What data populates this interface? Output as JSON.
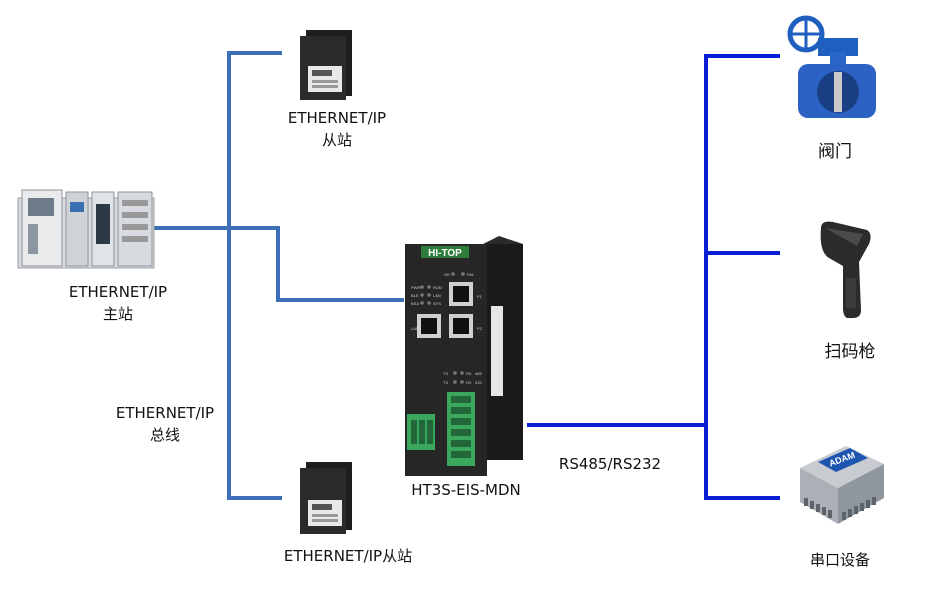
{
  "labels": {
    "master_line1": "ETHERNET/IP",
    "master_line2": "主站",
    "slave_top_line1": "ETHERNET/IP",
    "slave_top_line2": "从站",
    "bus_line1": "ETHERNET/IP",
    "bus_line2": "总线",
    "slave_bottom": "ETHERNET/IP从站",
    "gateway_model": "HT3S-EIS-MDN",
    "serial_bus": "RS485/RS232",
    "valve": "阀门",
    "scanner": "扫码枪",
    "serial_device": "串口设备"
  },
  "gateway": {
    "brand": "HI-TOP",
    "led_ok": "OK",
    "led_fal": "FAL",
    "led_pwr": "PWR",
    "led_run": "RUN",
    "led_ble": "BLE",
    "led_lan": "LAN",
    "led_bsa": "BSA",
    "led_sys": "SYS",
    "port_lan": "LAN",
    "port_p1": "P1",
    "port_p2": "P2",
    "tx1": "TX",
    "rx1": "RX",
    "rs485": "485",
    "tx2": "TX",
    "rx2": "RX",
    "rs232": "232"
  },
  "adam_logo": "ADAM",
  "colors": {
    "ethernet_line": "#3d6fb6",
    "serial_line": "#0a1ed6"
  }
}
